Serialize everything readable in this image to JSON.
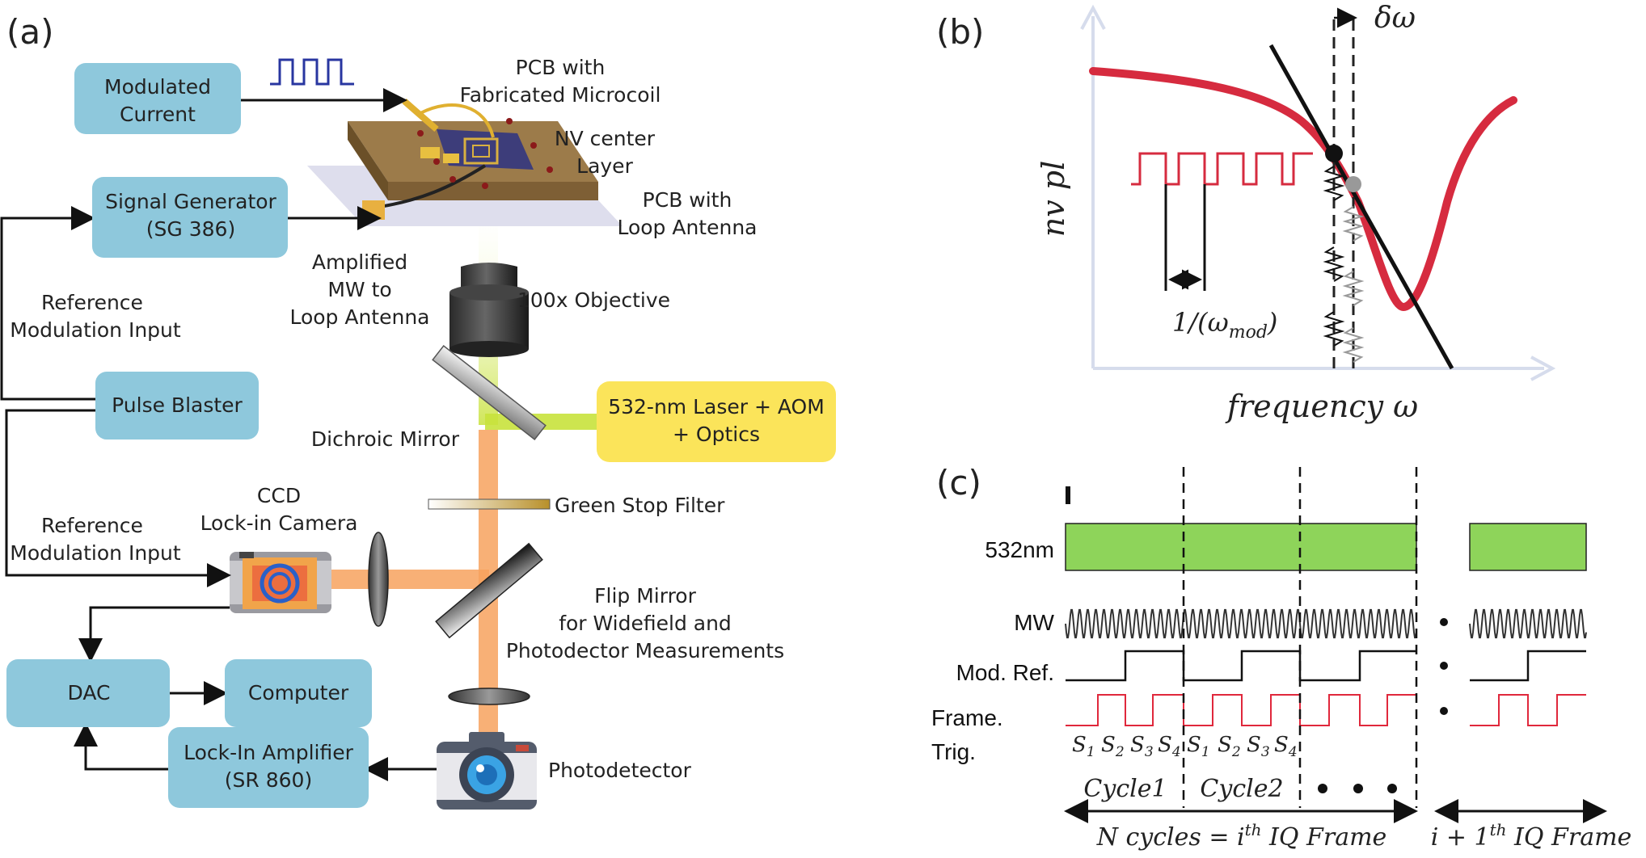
{
  "panels": {
    "a": "(a)",
    "b": "(b)",
    "c": "(c)"
  },
  "panel_a": {
    "boxes": {
      "modulated_current": [
        "Modulated",
        "Current"
      ],
      "signal_generator": [
        "Signal Generator",
        "(SG 386)"
      ],
      "pulse_blaster": [
        "Pulse Blaster"
      ],
      "laser": [
        "532-nm Laser + AOM",
        "+ Optics"
      ],
      "dac": [
        "DAC"
      ],
      "computer": [
        "Computer"
      ],
      "lockin": [
        "Lock-In Amplifier",
        "(SR 860)"
      ]
    },
    "labels": {
      "pcb_microcoil": [
        "PCB with",
        "Fabricated Microcoil"
      ],
      "nv_layer": [
        "NV center",
        "Layer"
      ],
      "pcb_loop": [
        "PCB with",
        "Loop Antenna"
      ],
      "amplified_mw": [
        "Amplified",
        "MW to",
        "Loop Antenna"
      ],
      "objective": "100x Objective",
      "ref_mod_1": [
        "Reference",
        "Modulation Input"
      ],
      "dichroic": "Dichroic Mirror",
      "green_stop": "Green Stop Filter",
      "ccd": [
        "CCD",
        "Lock-in Camera"
      ],
      "ref_mod_2": [
        "Reference",
        "Modulation Input"
      ],
      "flip_mirror": [
        "Flip Mirror",
        "for Widefield and",
        "Photodector Measurements"
      ],
      "photodetector": "Photodetector"
    },
    "colors": {
      "box_blue": "#8ec8dc",
      "laser_yellow": "#fbe45a",
      "green_beam": "#c8e23c",
      "orange_beam": "#f7a25e"
    }
  },
  "panel_b": {
    "ylabel": "nv pl",
    "xlabel": "frequency ω",
    "delta": "δω",
    "period_label": "1/(ω",
    "period_sub": "mod",
    "period_close": ")",
    "curve_color": "#d62b3f"
  },
  "panel_c": {
    "rows": [
      "532nm",
      "MW",
      "Mod. Ref.",
      "Frame.",
      "Trig."
    ],
    "slot_labels": [
      "S",
      "S",
      "S",
      "S",
      "S",
      "S",
      "S",
      "S"
    ],
    "slot_subs": [
      "1",
      "2",
      "3",
      "4",
      "1",
      "2",
      "3",
      "4"
    ],
    "cycle_labels": [
      "Cycle1",
      "Cycle2"
    ],
    "n_cycles": "N cycles = i",
    "n_cycles_sup": "th",
    "n_cycles_tail": " IQ Frame",
    "next_frame": "i + 1",
    "next_frame_sup": "th",
    "next_frame_tail": " IQ Frame",
    "colors": {
      "laser_bar": "#8ed45a",
      "trigger": "#e0283c"
    }
  }
}
